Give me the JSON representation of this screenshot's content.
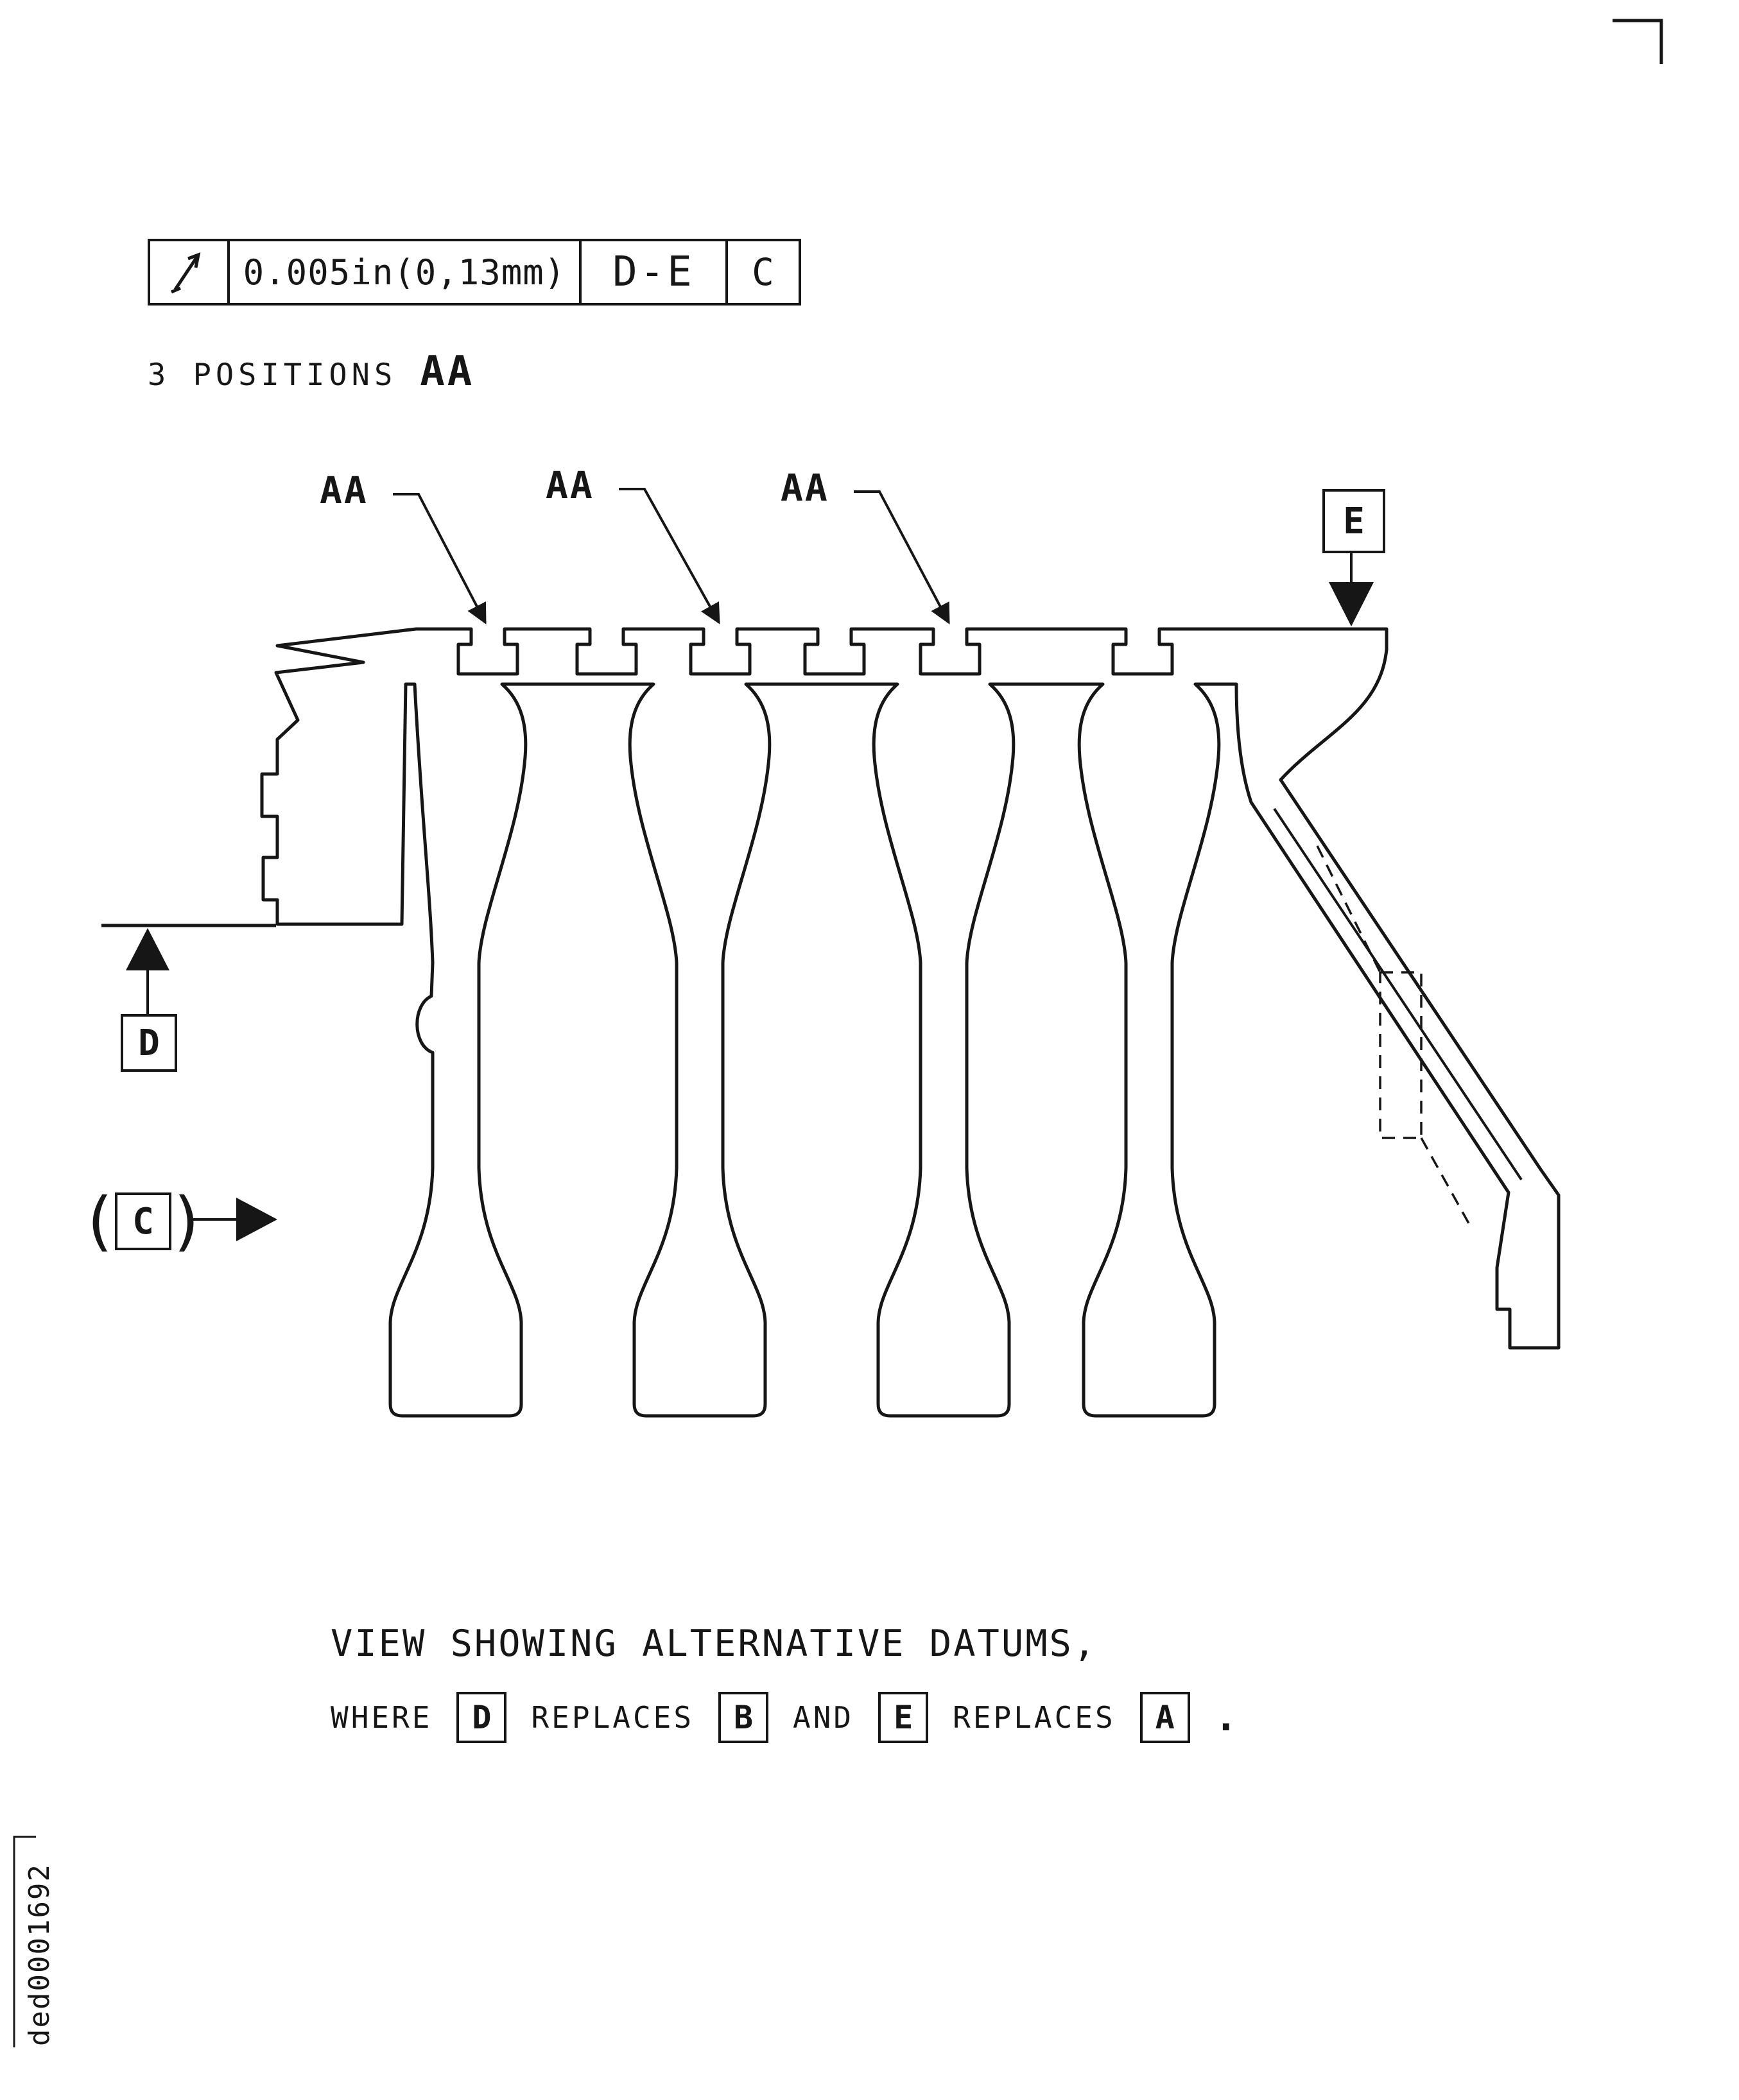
{
  "sheet": {
    "doc_number": "ded0001692"
  },
  "fcf": {
    "symbol_name": "runout-arrow-icon",
    "tolerance": "0.005in(0,13mm)",
    "primary_datums": "D-E",
    "tertiary_datum": "C"
  },
  "positions_note": {
    "count": "3 POSITIONS",
    "feature": "AA"
  },
  "callouts": {
    "aa1": "AA",
    "aa2": "AA",
    "aa3": "AA"
  },
  "datums": {
    "d": "D",
    "e": "E",
    "c": "C"
  },
  "caption": {
    "line1": "VIEW SHOWING ALTERNATIVE DATUMS,",
    "line2": {
      "where": "WHERE",
      "d": "D",
      "replaces1": "REPLACES",
      "b": "B",
      "and": "AND",
      "e": "E",
      "replaces2": "REPLACES",
      "a": "A",
      "period": "."
    }
  },
  "colors": {
    "ink": "#161616",
    "paper": "#ffffff"
  }
}
